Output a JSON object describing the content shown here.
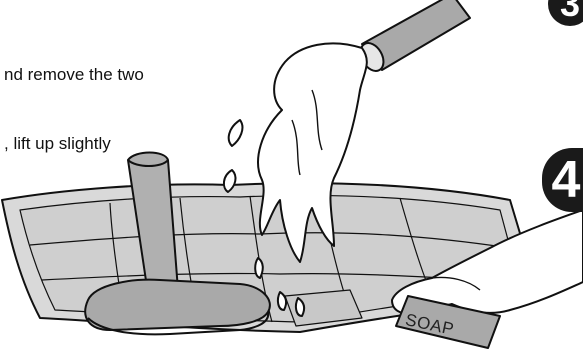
{
  "instructions": {
    "line1": "nd remove the two",
    "line2": ", lift up slightly"
  },
  "badges": {
    "top_step": "3",
    "step_four": "4"
  },
  "soap_label": "SOAP",
  "colors": {
    "line": "#111111",
    "filter_fill": "#d6d6d6",
    "vacuum_fill": "#a9a9a9",
    "badge": "#1a1a1a"
  }
}
